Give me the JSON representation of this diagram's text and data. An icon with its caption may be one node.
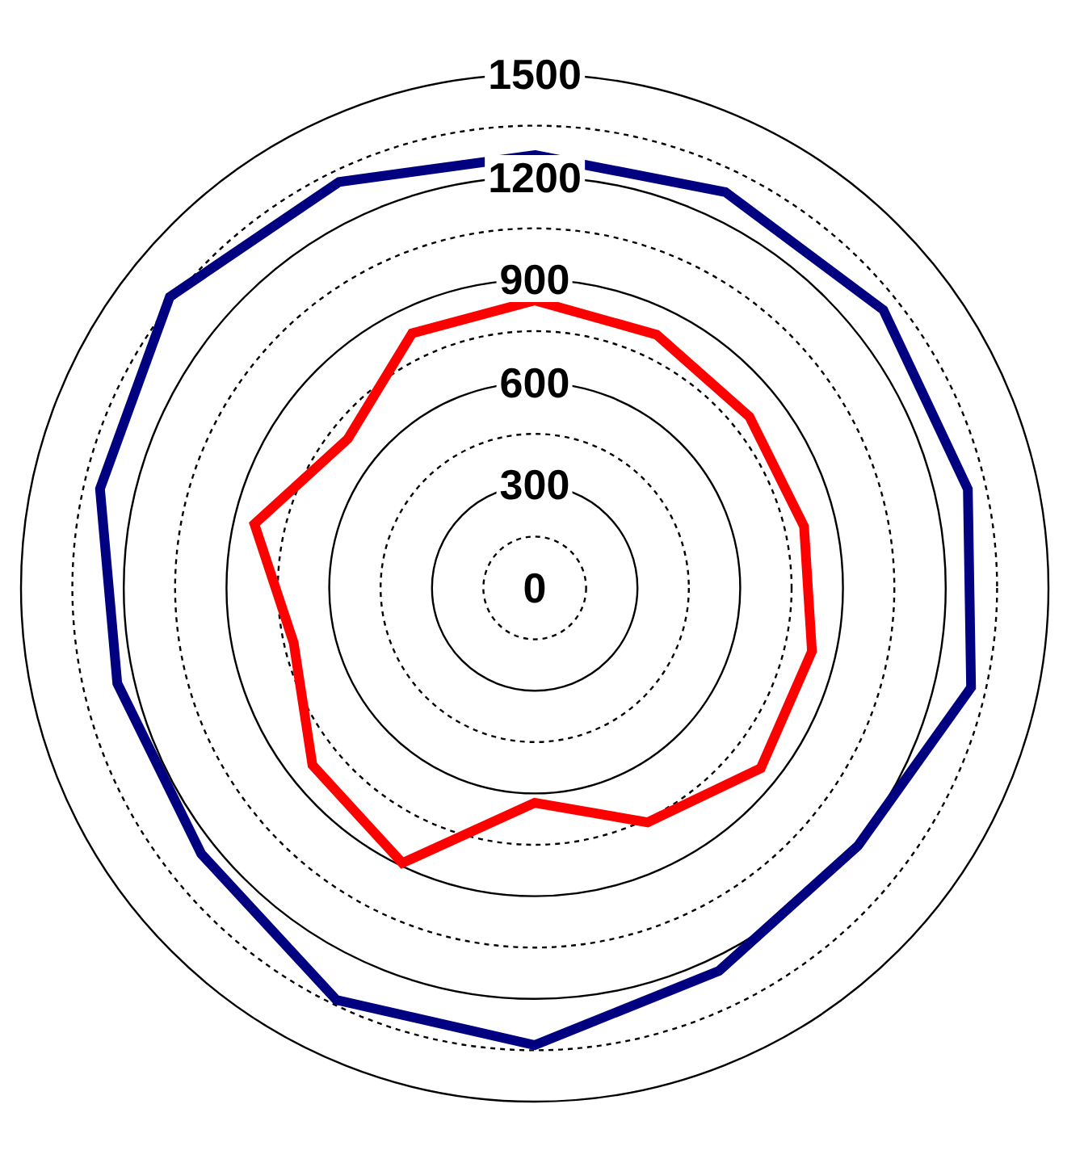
{
  "diagram": {
    "labels": [
      "1500",
      "1200",
      "900",
      "600",
      "300",
      "0"
    ]
  }
}
